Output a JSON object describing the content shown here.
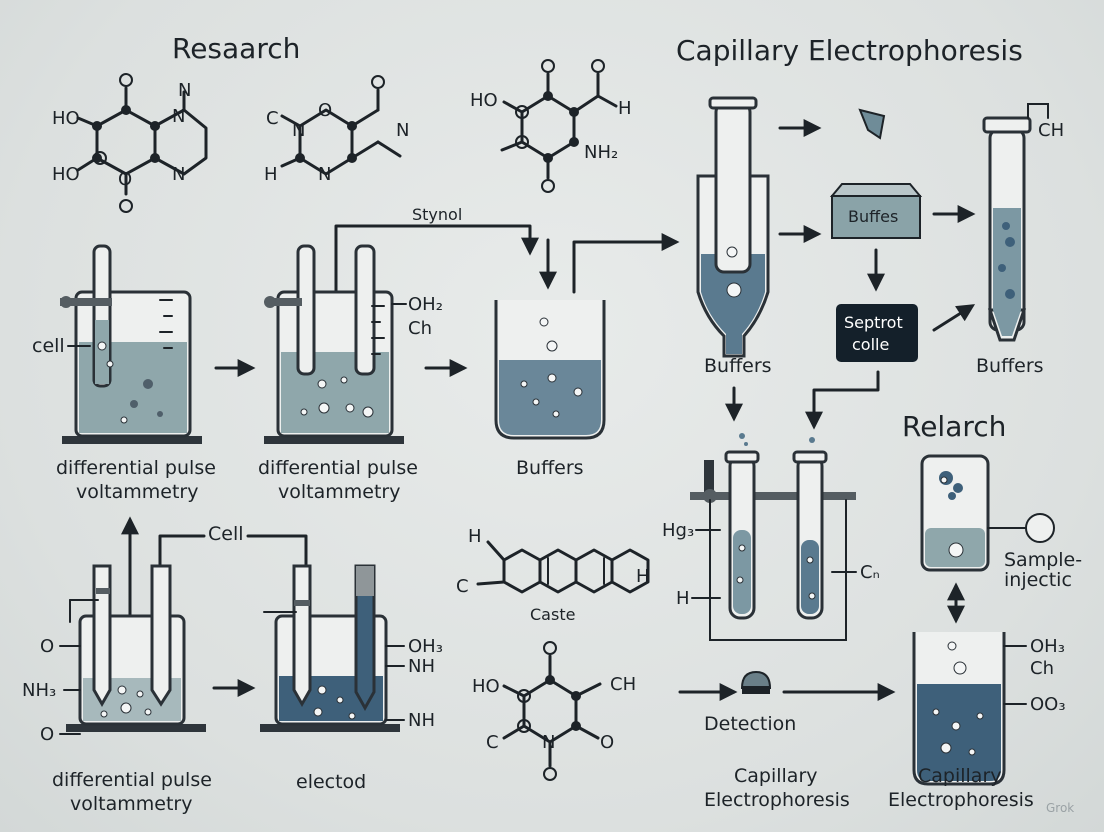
{
  "titles": {
    "research": "Resaarch",
    "capillary": "Capillary Electrophoresis",
    "relarch": "Relarch"
  },
  "labels": {
    "stynol": "Stynol",
    "cell_left": "cell",
    "dpv1_line1": "differential pulse",
    "dpv1_line2": "voltammetry",
    "dpv2_line1": "differential pulse",
    "dpv2_line2": "voltammetry",
    "buffers_beaker": "Buffers",
    "cell_top": "Cell",
    "dpv3_line1": "differential pulse",
    "dpv3_line2": "voltammetry",
    "electod": "electod",
    "caste": "Caste",
    "buffes_box": "Buffes",
    "buffers_funnel": "Buffers",
    "buffers_tube": "Buffers",
    "septrot_line1": "Septrot",
    "septrot_line2": "colle",
    "detection": "Detection",
    "ce_bottom1_line1": "Capillary",
    "ce_bottom1_line2": "Electrophoresis",
    "ce_bottom2_line1": "Capillary",
    "ce_bottom2_line2": "Electrophoresis",
    "sample_line1": "Sample-",
    "sample_line2": "injectic",
    "watermark": "Grok"
  },
  "chem": {
    "m1_ho1": "HO",
    "m1_ho2": "HO",
    "m1_o1": "O",
    "m1_o2": "O",
    "m1_o3": "O",
    "m1_n1": "N",
    "m1_n2": "N",
    "m1_n3": "N",
    "m2_c": "C",
    "m2_n1": "N",
    "m2_o": "O",
    "m2_o2": "O",
    "m2_n2": "N",
    "m2_h": "H",
    "m2_n3": "N",
    "m3_ho": "HO",
    "m3_o1": "O",
    "m3_o2": "O",
    "m3_h": "H",
    "m3_nh2": "NH₂",
    "m3_o3": "O",
    "b2_oh2": "OH₂",
    "b2_ch": "Ch",
    "b3_o1": "O",
    "b3_nh3": "NH₃",
    "b3_o2": "O",
    "b4_oh3": "OH₃",
    "b4_nh1": "NH",
    "b4_nh2": "NH",
    "m4_h1": "H",
    "m4_c": "C",
    "m4_h2": "H",
    "m5_ho": "HO",
    "m5_o1": "O",
    "m5_ch": "CH",
    "m5_c": "C",
    "m5_n": "N",
    "m5_o2": "O",
    "m5_o3": "O",
    "tubes_hg3": "Hg₃",
    "tubes_h": "H",
    "tubes_cn": "Cₙ",
    "tube_ch": "CH",
    "final_oh3": "OH₃",
    "final_ch": "Ch",
    "final_oo3": "OO₃"
  },
  "colors": {
    "background": "#dfe3e2",
    "liquid_light": "#8fa7ab",
    "liquid_dark": "#3e607a",
    "ink": "#1d2328",
    "box_fill": "#8aa3a8",
    "dark_box": "#14202a"
  }
}
